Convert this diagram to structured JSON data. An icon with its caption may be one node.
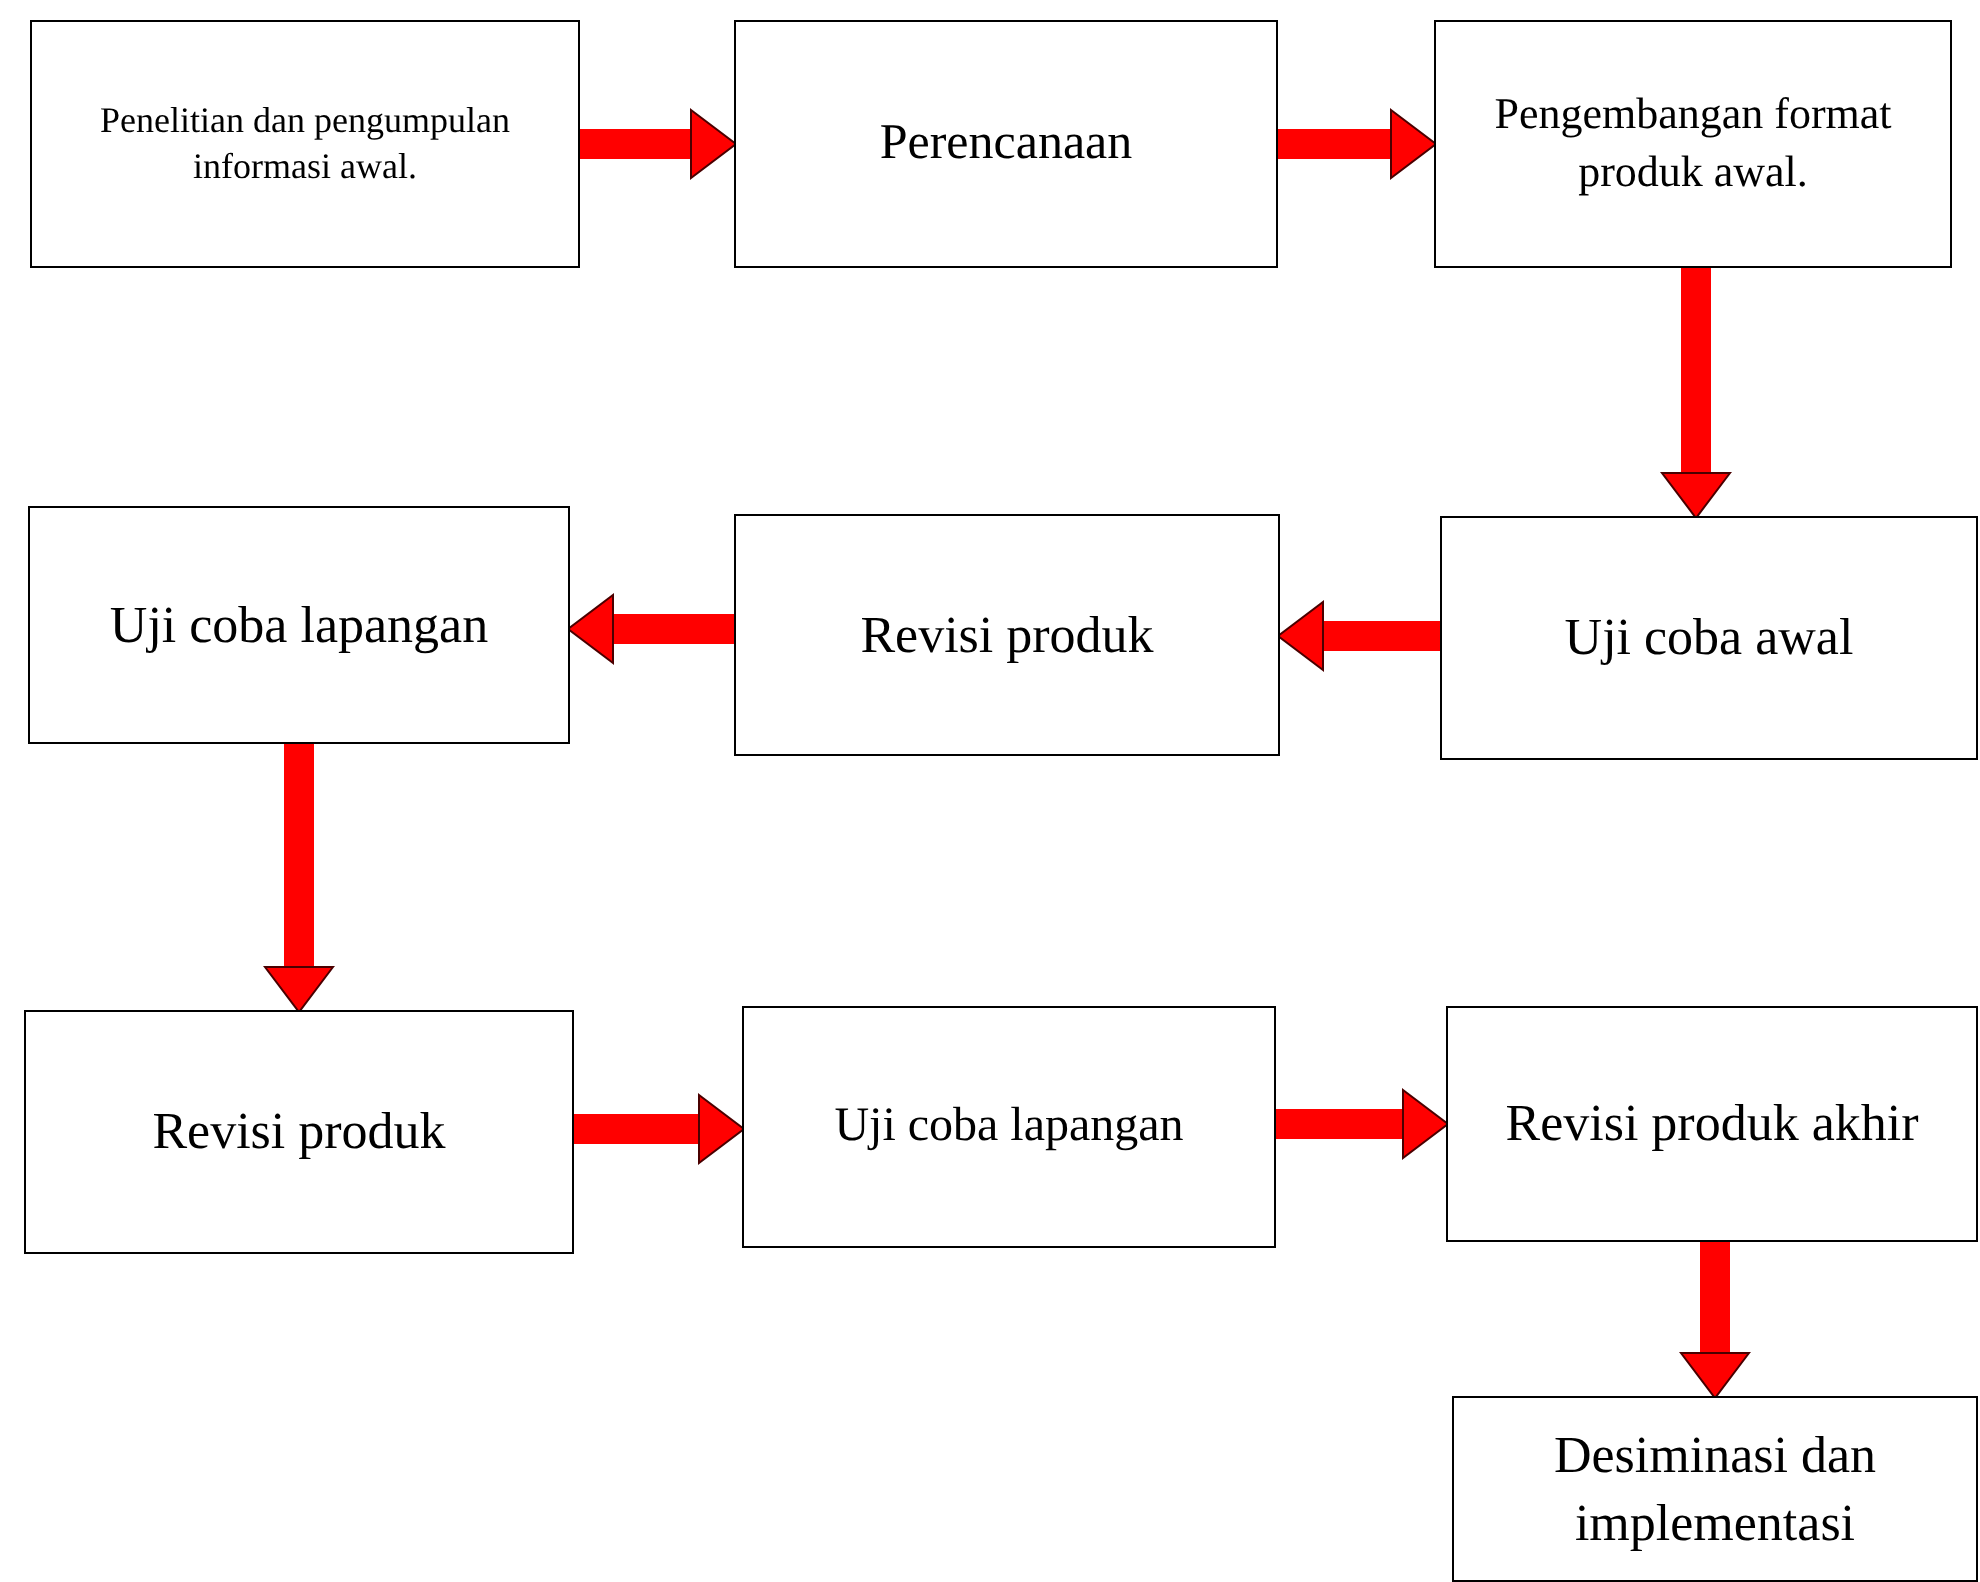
{
  "diagram": {
    "nodes": [
      {
        "text": [
          "Penelitian dan pengumpulan informasi awal."
        ]
      },
      {
        "text": [
          "Perencanaan"
        ]
      },
      {
        "text": [
          "Pengembangan format produk awal."
        ]
      },
      {
        "text": [
          "Uji coba awal"
        ]
      },
      {
        "text": [
          "Revisi produk"
        ]
      },
      {
        "text": [
          "Uji coba lapangan"
        ]
      },
      {
        "text": [
          "Revisi produk"
        ]
      },
      {
        "text": [
          "Uji coba lapangan"
        ]
      },
      {
        "text": [
          "Revisi produk akhir"
        ]
      },
      {
        "text": [
          "Desiminasi dan implementasi"
        ]
      }
    ],
    "edges": [
      {
        "from": 0,
        "to": 1,
        "arrow": "to"
      },
      {
        "from": 1,
        "to": 2,
        "arrow": "to"
      },
      {
        "from": 2,
        "to": 3,
        "arrow": "to"
      },
      {
        "from": 3,
        "to": 4,
        "arrow": "to"
      },
      {
        "from": 4,
        "to": 5,
        "arrow": "to"
      },
      {
        "from": 5,
        "to": 6,
        "arrow": "to"
      },
      {
        "from": 6,
        "to": 7,
        "arrow": "to"
      },
      {
        "from": 7,
        "to": 8,
        "arrow": "to"
      },
      {
        "from": 8,
        "to": 9,
        "arrow": "to"
      }
    ]
  }
}
